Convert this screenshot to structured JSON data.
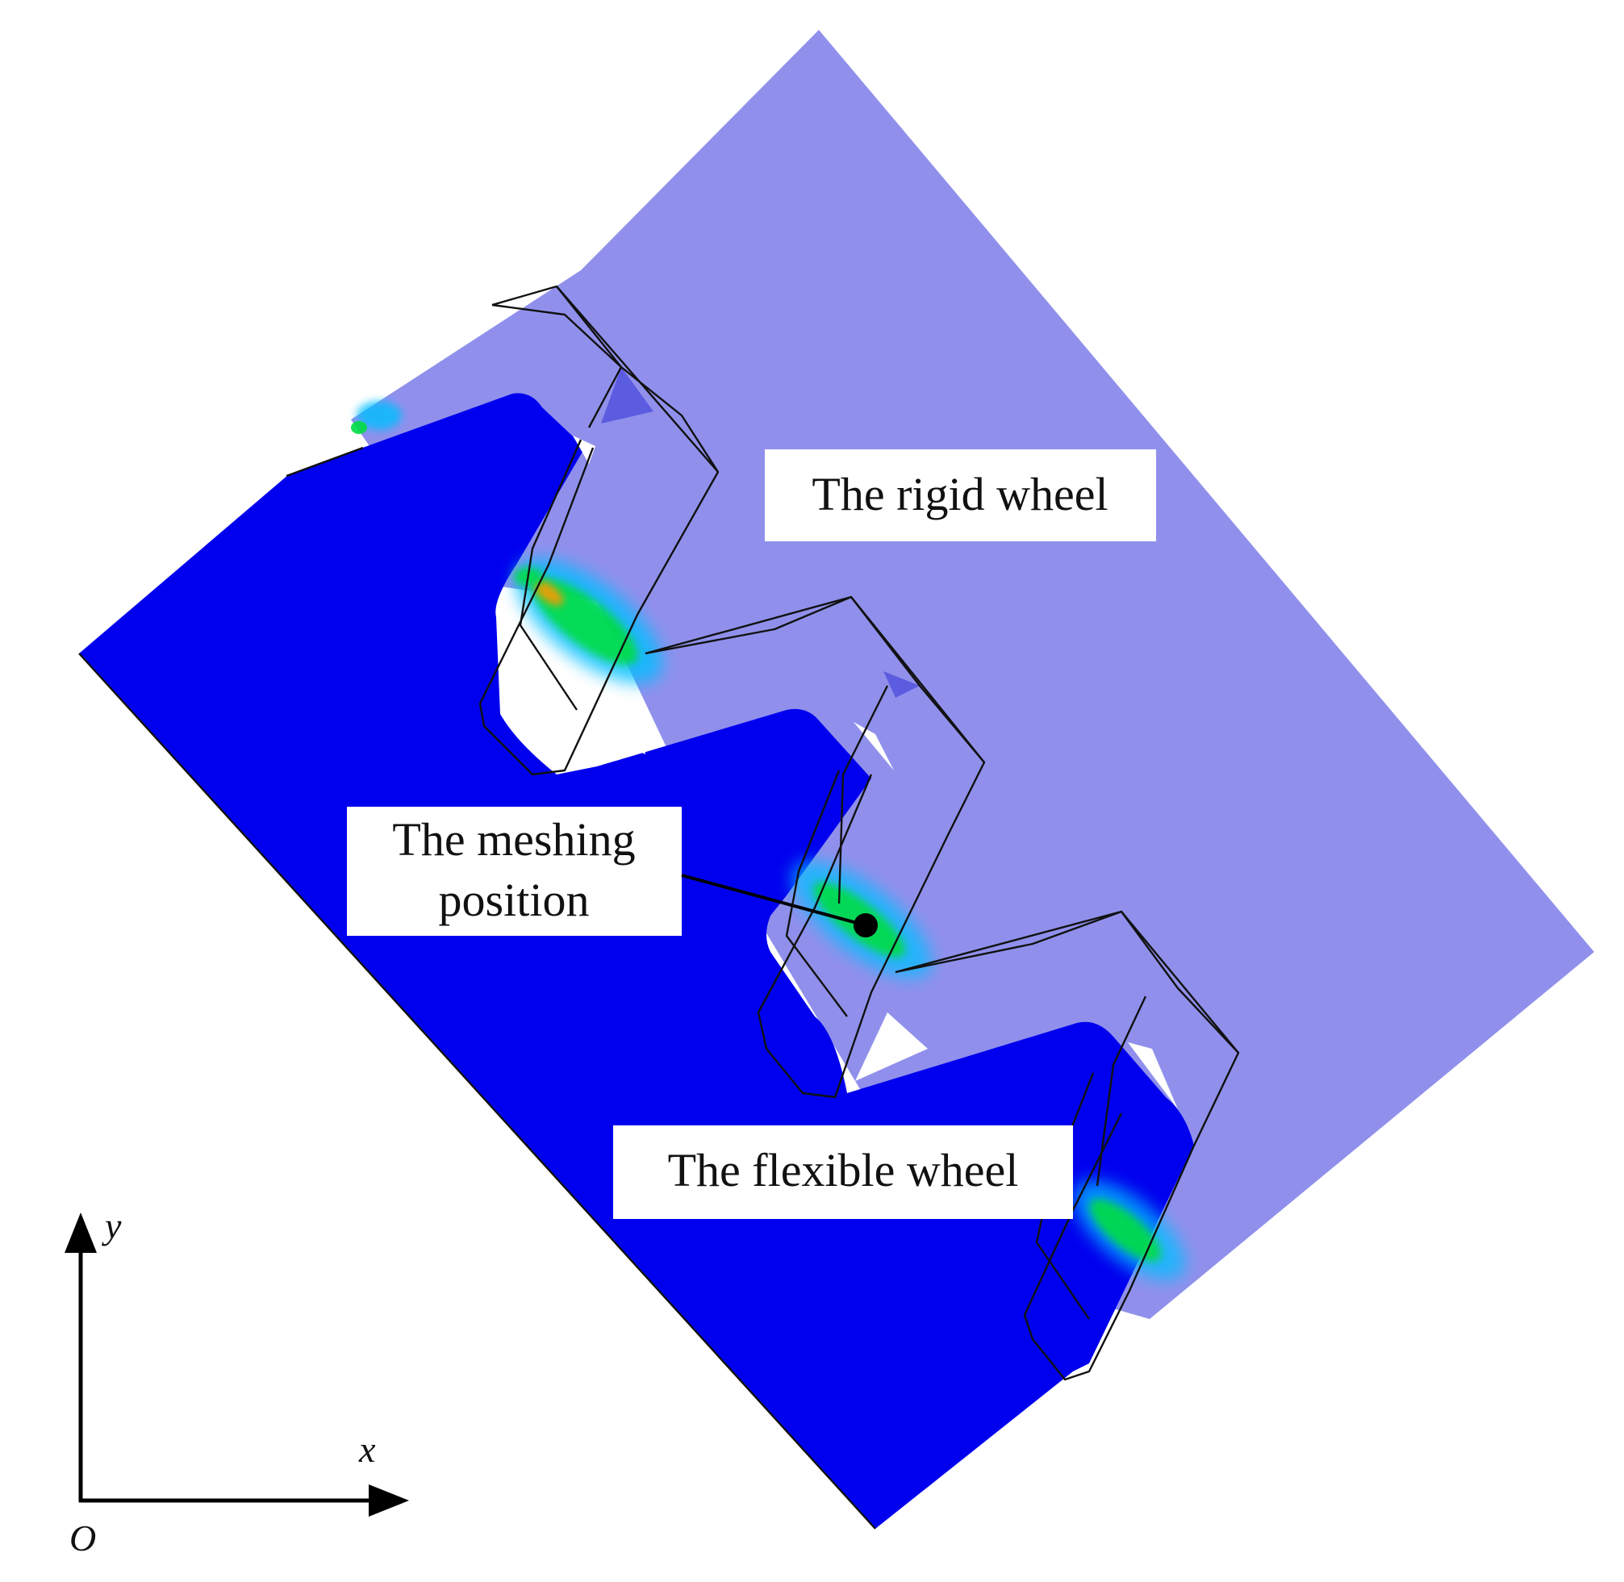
{
  "labels": {
    "rigid_wheel": "The rigid wheel",
    "meshing_position_line1": "The meshing",
    "meshing_position_line2": "position",
    "flexible_wheel": "The flexible wheel"
  },
  "axes": {
    "x": "x",
    "y": "y",
    "origin": "O"
  },
  "colors": {
    "rigid_wheel": "#9090ec",
    "flexible_wheel": "#0000ee",
    "stress_low": "#00c8ff",
    "stress_mid": "#00dd44",
    "stress_high": "#ff9900",
    "outline": "#111111"
  }
}
